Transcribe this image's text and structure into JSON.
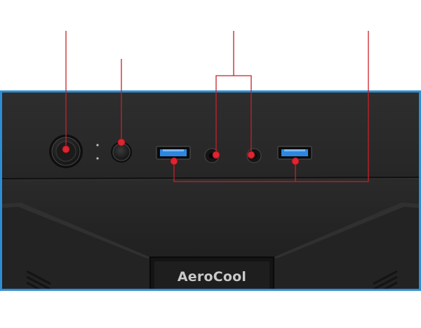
{
  "product": {
    "brand_label": "AeroCool"
  },
  "colors": {
    "frame_border": "#2c8fd6",
    "callout_line": "#c8202a",
    "callout_dot": "#e02430",
    "usb_blue": "#2f86e0",
    "case_top": "#2a2a2a",
    "case_body": "#1f1f1f",
    "brand_text": "#c9c9c9"
  },
  "callouts": [
    {
      "target": "power-button",
      "icon": "power-button-icon"
    },
    {
      "target": "reset-button",
      "icon": "reset-button-icon"
    },
    {
      "target": "audio-jacks",
      "icon": "audio-jack-icon"
    },
    {
      "target": "usb3-ports",
      "icon": "usb-port-icon"
    }
  ]
}
